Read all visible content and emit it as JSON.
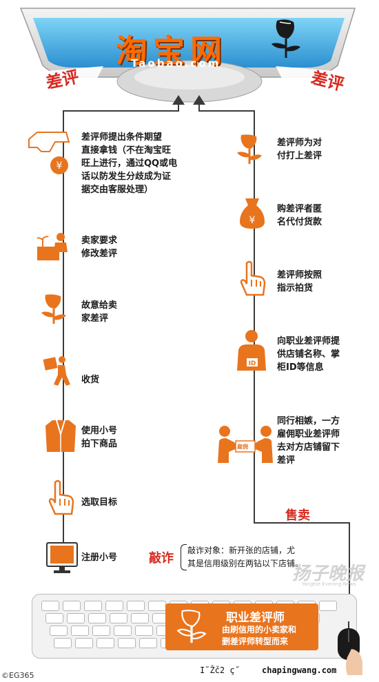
{
  "colors": {
    "orange": "#e8741e",
    "red": "#d62a20",
    "blue": "#1e86c8",
    "green": "#2c8a3c",
    "line": "#3a3a3a"
  },
  "monitor": {
    "logo_text": "淘宝网",
    "logo_sub": "Taobao.com",
    "label_left": "差评",
    "label_right": "差评"
  },
  "left_steps": [
    {
      "icon": "hand-money-icon",
      "text": "差评师提出条件期望\n直接拿钱（不在淘宝旺\n旺上进行，通过QQ或电\n话以防发生分歧成为证\n据交由客服处理）"
    },
    {
      "icon": "seller-desk-icon",
      "text": "卖家要求\n修改差评"
    },
    {
      "icon": "wilted-flower-icon",
      "text": "故意给卖\n家差评"
    },
    {
      "icon": "receive-package-icon",
      "text": "收货"
    },
    {
      "icon": "suit-icon",
      "text": "使用小号\n拍下商品"
    },
    {
      "icon": "pointer-hand-icon",
      "text": "选取目标"
    },
    {
      "icon": "computer-monitor-icon",
      "text": "注册小号"
    }
  ],
  "right_steps": [
    {
      "icon": "wilted-flower-icon",
      "text": "差评师为对\n付打上差评"
    },
    {
      "icon": "money-bag-icon",
      "text": "购差评者匿\n名代付货款"
    },
    {
      "icon": "pointer-hand-icon",
      "text": "差评师按照\n指示拍货"
    },
    {
      "icon": "id-badge-person-icon",
      "text": "向职业差评师提\n供店铺名称、掌\n柜ID等信息"
    },
    {
      "icon": "handshake-icon",
      "text": "同行相嫉，一方\n雇佣职业差评师\n去对方店铺留下\n差评"
    }
  ],
  "extortion": {
    "label": "敲诈",
    "note": "敲诈对象：新开张的店铺，尤\n其是信用级别在两钻以下店铺。"
  },
  "sale": {
    "label": "售卖"
  },
  "handshake_card": "雇佣",
  "id_card": "ID",
  "callout": {
    "title": "职业差评师",
    "body": "由刷信用的小卖家和\n删差评师转型而来"
  },
  "watermark": {
    "main": "扬子晚报",
    "sub": "Yangtse Evening News"
  },
  "credit": "©EG365",
  "footer": {
    "garbled": "I˜Žč2 ç˝",
    "site": "chapingwang.com"
  }
}
